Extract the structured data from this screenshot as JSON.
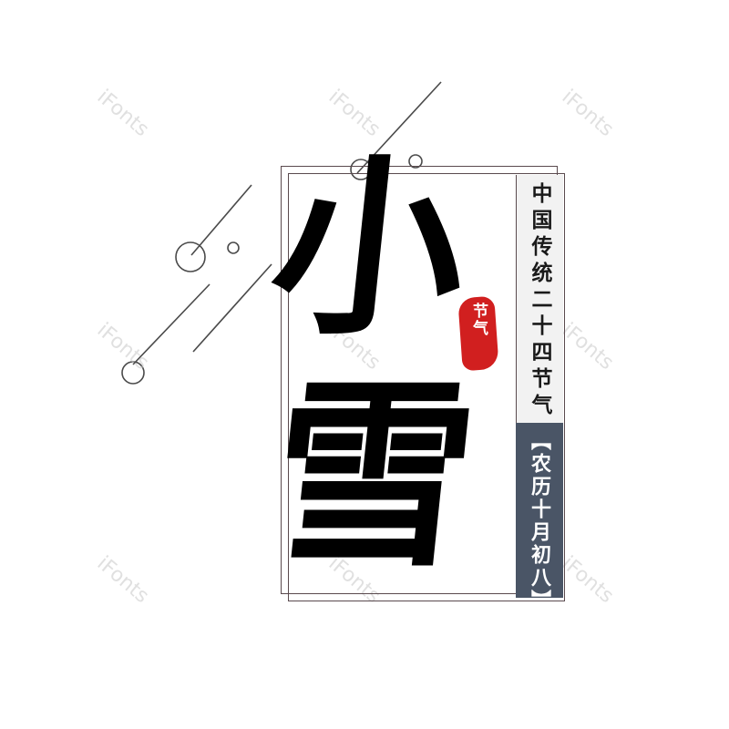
{
  "watermark": {
    "text": "iFonts"
  },
  "title": {
    "char_1": "小",
    "char_2": "雪"
  },
  "side_panel": {
    "top_text": "中国传统二十四节气",
    "bottom_text": "【农历十月初八】"
  },
  "seal": {
    "text": "节气"
  },
  "colors": {
    "ink": "#000000",
    "frame": "#5a4a4e",
    "panel_dark": "#4a5566",
    "seal_red": "#d11f1f"
  }
}
